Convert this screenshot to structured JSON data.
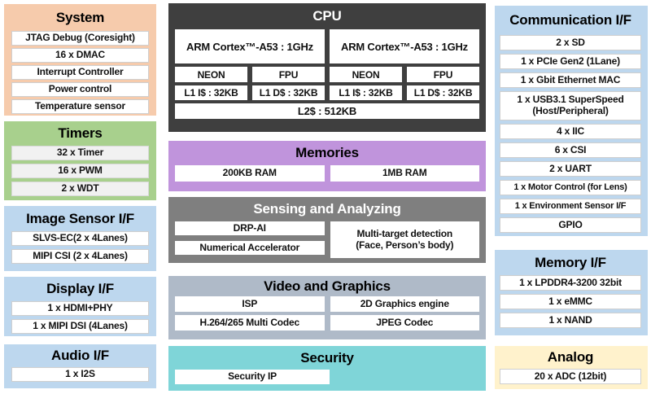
{
  "palette": {
    "peach": "#F6CBAC",
    "green": "#A8D08D",
    "lightblue": "#BDD7EE",
    "purple": "#C094DC",
    "cpudark": "#3F3F3F",
    "gray": "#7F7F7F",
    "bluegray": "#AFBAC8",
    "teal": "#7FD5D8",
    "cream": "#FFF2CC",
    "row-white": "#FFFFFF",
    "row-gray": "#F1F1F1"
  },
  "system": {
    "title": "System",
    "rows": [
      "JTAG Debug (Coresight)",
      "16 x DMAC",
      "Interrupt Controller",
      "Power control",
      "Temperature sensor"
    ]
  },
  "timers": {
    "title": "Timers",
    "rows": [
      "32 x Timer",
      "16 x PWM",
      "2 x WDT"
    ]
  },
  "image_sensor": {
    "title": "Image Sensor I/F",
    "rows": [
      "SLVS-EC(2 x 4Lanes)",
      "MIPI CSI (2 x 4Lanes)"
    ]
  },
  "display": {
    "title": "Display I/F",
    "rows": [
      "1 x HDMI+PHY",
      "1 x MIPI DSI (4Lanes)"
    ]
  },
  "audio": {
    "title": "Audio I/F",
    "rows": [
      "1 x I2S"
    ]
  },
  "cpu": {
    "title": "CPU",
    "cores": [
      {
        "name": "ARM Cortex™-A53 : 1GHz",
        "units": [
          "NEON",
          "FPU"
        ],
        "l1": [
          "L1 I$ : 32KB",
          "L1 D$ : 32KB"
        ]
      },
      {
        "name": "ARM Cortex™-A53 : 1GHz",
        "units": [
          "NEON",
          "FPU"
        ],
        "l1": [
          "L1 I$ : 32KB",
          "L1 D$ : 32KB"
        ]
      }
    ],
    "l2": "L2$ : 512KB"
  },
  "memories": {
    "title": "Memories",
    "rows": [
      "200KB RAM",
      "1MB RAM"
    ]
  },
  "sensing": {
    "title": "Sensing and Analyzing",
    "rows": [
      "DRP-AI",
      "Numerical Accelerator"
    ],
    "detection": "Multi-target detection\n(Face, Person’s body)"
  },
  "video": {
    "title": "Video and Graphics",
    "rows": [
      "ISP",
      "2D Graphics engine",
      "H.264/265 Multi Codec",
      "JPEG Codec"
    ]
  },
  "security": {
    "title": "Security",
    "rows": [
      "Security IP"
    ]
  },
  "communication": {
    "title": "Communication I/F",
    "rows": [
      "2 x SD",
      "1 x PCIe Gen2 (1Lane)",
      "1 x Gbit Ethernet MAC",
      "1 x USB3.1 SuperSpeed\n(Host/Peripheral)",
      "4 x IIC",
      "6 x CSI",
      "2 x UART",
      "1 x Motor Control (for Lens)",
      "1 x Environment Sensor I/F",
      "GPIO"
    ]
  },
  "memory_if": {
    "title": "Memory I/F",
    "rows": [
      "1 x LPDDR4-3200 32bit",
      "1 x eMMC",
      "1 x NAND"
    ]
  },
  "analog": {
    "title": "Analog",
    "rows": [
      "20 x ADC (12bit)"
    ]
  }
}
